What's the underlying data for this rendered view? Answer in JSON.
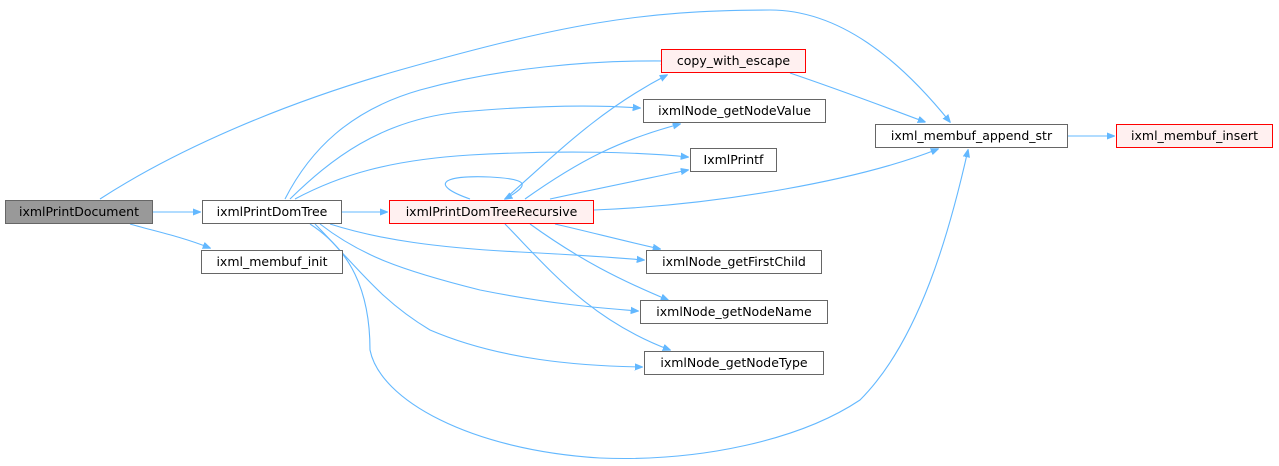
{
  "nodes": {
    "printDocument": "ixmlPrintDocument",
    "printDomTree": "ixmlPrintDomTree",
    "membufInit": "ixml_membuf_init",
    "printDomTreeRecursive": "ixmlPrintDomTreeRecursive",
    "copyWithEscape": "copy_with_escape",
    "getNodeValue": "ixmlNode_getNodeValue",
    "printf": "IxmlPrintf",
    "getFirstChild": "ixmlNode_getFirstChild",
    "getNodeName": "ixmlNode_getNodeName",
    "getNodeType": "ixmlNode_getNodeType",
    "membufAppendStr": "ixml_membuf_append_str",
    "membufInsert": "ixml_membuf_insert"
  },
  "colors": {
    "edge": "#63b8ff",
    "root_fill": "#999999",
    "node_border": "#666666",
    "highlight_border": "#ff0000",
    "highlight_fill": "#fff0f0"
  },
  "edges": [
    [
      "printDocument",
      "printDomTree"
    ],
    [
      "printDocument",
      "membufInit"
    ],
    [
      "printDocument",
      "membufAppendStr"
    ],
    [
      "printDomTree",
      "printDomTreeRecursive"
    ],
    [
      "printDomTree",
      "copyWithEscape"
    ],
    [
      "printDomTree",
      "getNodeValue"
    ],
    [
      "printDomTree",
      "printf"
    ],
    [
      "printDomTree",
      "getFirstChild"
    ],
    [
      "printDomTree",
      "getNodeName"
    ],
    [
      "printDomTree",
      "getNodeType"
    ],
    [
      "printDomTree",
      "membufAppendStr"
    ],
    [
      "printDomTreeRecursive",
      "printDomTreeRecursive"
    ],
    [
      "printDomTreeRecursive",
      "copyWithEscape"
    ],
    [
      "printDomTreeRecursive",
      "getNodeValue"
    ],
    [
      "printDomTreeRecursive",
      "printf"
    ],
    [
      "printDomTreeRecursive",
      "membufAppendStr"
    ],
    [
      "printDomTreeRecursive",
      "getFirstChild"
    ],
    [
      "printDomTreeRecursive",
      "getNodeName"
    ],
    [
      "printDomTreeRecursive",
      "getNodeType"
    ],
    [
      "copyWithEscape",
      "membufAppendStr"
    ],
    [
      "membufAppendStr",
      "membufInsert"
    ]
  ]
}
